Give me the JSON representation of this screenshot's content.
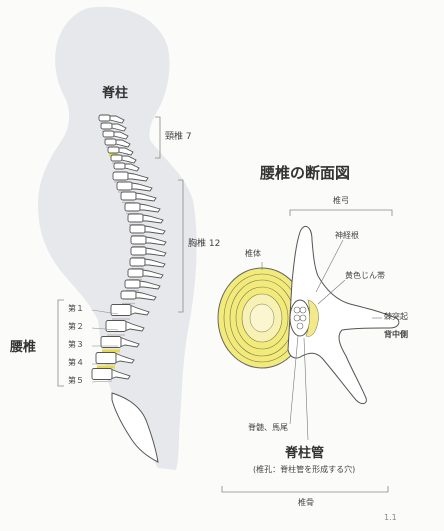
{
  "spine": {
    "title": "脊柱",
    "cervical": "頸椎 7",
    "thoracic": "胸椎 12",
    "lumbar_title": "腰椎",
    "lumbar_levels": [
      "第１",
      "第２",
      "第３",
      "第４",
      "第５"
    ]
  },
  "cross_section": {
    "title": "腰椎の断面図",
    "vertebral_arch": "椎弓",
    "vertebral_body": "椎体",
    "nerve_root": "神経根",
    "ligamentum_flavum": "黄色じん帯",
    "spinous_process": "棘突起",
    "back_side": "背中側",
    "cauda_equina": "脊髄、馬尾",
    "spinal_canal": "脊柱管",
    "foramen_note": "(椎孔：脊柱管を形成する穴)",
    "vertebra": "椎骨"
  },
  "footer": {
    "page_mark": "1.1"
  },
  "colors": {
    "silhouette": "#e6e8ec",
    "bone_fill": "#ffffff",
    "bone_stroke": "#555555",
    "highlight": "#f2ea7a",
    "disc_yellow": "#f4e98a"
  }
}
